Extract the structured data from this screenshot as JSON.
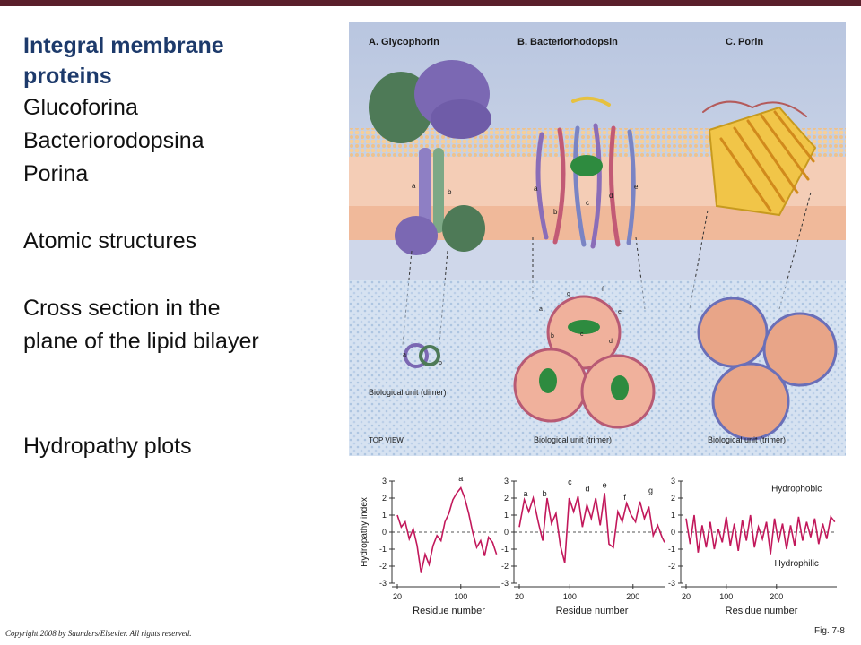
{
  "slide": {
    "heading_line1": "Integral membrane",
    "heading_line2": "proteins",
    "items": [
      "Glucoforina",
      "Bacteriorodopsina",
      "Porina"
    ],
    "atomic": "Atomic structures",
    "cross_line1": "Cross section in the",
    "cross_line2": "plane of the lipid bilayer",
    "hydropathy": "Hydropathy plots",
    "copyright": "Copyright 2008 by Saunders/Elsevier. All rights reserved.",
    "fig_label": "Fig. 7-8"
  },
  "figure": {
    "panel_titles": [
      "A. Glycophorin",
      "B. Bacteriorhodopsin",
      "C. Porin"
    ],
    "helix_labels_a": [
      "a",
      "b"
    ],
    "helix_labels_b": [
      "a",
      "b",
      "c",
      "d",
      "e"
    ],
    "top_view_label": "TOP VIEW",
    "unit_labels": [
      "Biological unit (dimer)",
      "Biological unit (trimer)",
      "Biological unit (trimer)"
    ],
    "top_labels_a": [
      "a",
      "b"
    ],
    "top_labels_b": [
      "g",
      "f",
      "a",
      "e",
      "b",
      "c",
      "d"
    ],
    "colors": {
      "membrane_top": "#c9d3e6",
      "membrane_band": "#f1c99a",
      "membrane_core": "#f3d1b8",
      "lower_blue": "#b9cde6",
      "plot_line": "#c2185b",
      "glyco_purple": "#7b68b3",
      "glyco_green": "#4e7a57"
    }
  },
  "chart_data": [
    {
      "type": "line",
      "ylabel": "Hydropathy index",
      "xlabel": "Residue number",
      "xlim": [
        20,
        150
      ],
      "ylim": [
        -3,
        3
      ],
      "xticks": [
        20,
        100
      ],
      "yticks": [
        3,
        2,
        1,
        0,
        -1,
        -2,
        -3
      ],
      "annotations": [
        {
          "text": "a",
          "x": 100,
          "y": 3
        }
      ],
      "series": [
        {
          "x": [
            20,
            25,
            30,
            35,
            40,
            45,
            50,
            55,
            60,
            65,
            70,
            75,
            80,
            85,
            90,
            95,
            100,
            105,
            110,
            115,
            120,
            125,
            130,
            135,
            140,
            145
          ],
          "values": [
            1.0,
            0.3,
            0.6,
            -0.4,
            0.2,
            -0.8,
            -2.4,
            -1.3,
            -1.9,
            -0.8,
            -0.2,
            -0.5,
            0.6,
            1.1,
            1.9,
            2.3,
            2.6,
            2.0,
            1.1,
            0.0,
            -0.9,
            -0.5,
            -1.4,
            -0.3,
            -0.6,
            -1.3
          ]
        }
      ]
    },
    {
      "type": "line",
      "xlabel": "Residue number",
      "xlim": [
        20,
        250
      ],
      "ylim": [
        -3,
        3
      ],
      "xticks": [
        20,
        100,
        200
      ],
      "yticks": [
        3,
        2,
        1,
        0,
        -1,
        -2,
        -3
      ],
      "annotations": [
        {
          "text": "a",
          "x": 30,
          "y": 2.1
        },
        {
          "text": "b",
          "x": 60,
          "y": 2.1
        },
        {
          "text": "c",
          "x": 100,
          "y": 2.8
        },
        {
          "text": "d",
          "x": 128,
          "y": 2.4
        },
        {
          "text": "e",
          "x": 155,
          "y": 2.6
        },
        {
          "text": "f",
          "x": 187,
          "y": 1.9
        },
        {
          "text": "g",
          "x": 228,
          "y": 2.3
        }
      ],
      "series": [
        {
          "x": [
            20,
            28,
            35,
            42,
            50,
            57,
            64,
            71,
            78,
            85,
            92,
            99,
            106,
            113,
            120,
            127,
            134,
            141,
            148,
            155,
            162,
            169,
            176,
            183,
            190,
            197,
            204,
            211,
            218,
            225,
            232,
            239,
            246,
            250
          ],
          "values": [
            0.3,
            1.9,
            1.2,
            2.0,
            0.6,
            -0.5,
            2.0,
            0.5,
            1.1,
            -0.8,
            -1.8,
            2.0,
            1.2,
            2.1,
            0.3,
            1.6,
            0.8,
            2.0,
            0.4,
            2.3,
            -0.7,
            -0.9,
            1.2,
            0.6,
            1.7,
            1.0,
            0.6,
            1.8,
            0.8,
            1.5,
            -0.2,
            0.4,
            -0.3,
            -0.6
          ]
        }
      ]
    },
    {
      "type": "line",
      "xlabel": "Residue number",
      "xlim": [
        20,
        320
      ],
      "ylim": [
        -3,
        3
      ],
      "xticks": [
        20,
        100,
        200
      ],
      "yticks": [
        3,
        2,
        1,
        0,
        -1,
        -2,
        -3
      ],
      "annotations": [
        {
          "text": "Hydrophobic",
          "x": 240,
          "y": 2.4
        },
        {
          "text": "Hydrophilic",
          "x": 240,
          "y": -2.0
        }
      ],
      "series": [
        {
          "x": [
            20,
            28,
            36,
            44,
            52,
            60,
            68,
            76,
            84,
            92,
            100,
            108,
            116,
            124,
            132,
            140,
            148,
            156,
            164,
            172,
            180,
            188,
            196,
            204,
            212,
            220,
            228,
            236,
            244,
            252,
            260,
            268,
            276,
            284,
            292,
            300,
            308,
            316
          ],
          "values": [
            0.8,
            -0.7,
            1.0,
            -1.2,
            0.4,
            -0.9,
            0.6,
            -1.0,
            0.2,
            -0.6,
            0.9,
            -0.8,
            0.5,
            -1.1,
            0.7,
            -0.5,
            1.0,
            -0.9,
            0.3,
            -0.4,
            0.6,
            -1.3,
            0.8,
            -0.6,
            0.5,
            -1.0,
            0.4,
            -0.8,
            0.9,
            -0.5,
            0.6,
            -0.3,
            0.8,
            -0.7,
            0.5,
            -0.4,
            0.9,
            0.6
          ]
        }
      ]
    }
  ]
}
